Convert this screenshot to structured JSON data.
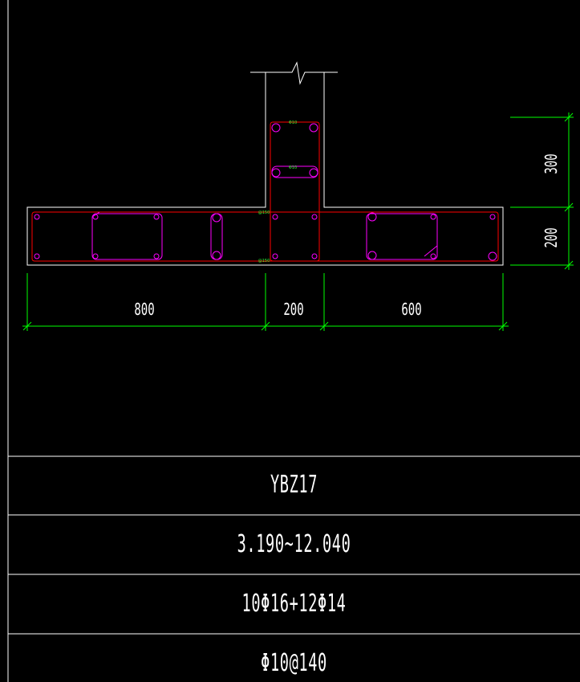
{
  "drawing": {
    "dimensions": {
      "bottom": [
        "800",
        "200",
        "600"
      ],
      "right": [
        "300",
        "200"
      ]
    },
    "rebar_marks": {
      "tie": "Φ10",
      "spacing": "@150"
    },
    "colors": {
      "concrete": "#ffffff",
      "dimension": "#00ff00",
      "longitudinal": "#ff0000",
      "ties": "#ff00ff",
      "small_labels": "#33ff33"
    }
  },
  "table": {
    "label": "YBZ17",
    "elevation": "3.190~12.040",
    "longitudinal_rebar": "10Φ16+12Φ14",
    "stirrup": "Φ10@140"
  }
}
